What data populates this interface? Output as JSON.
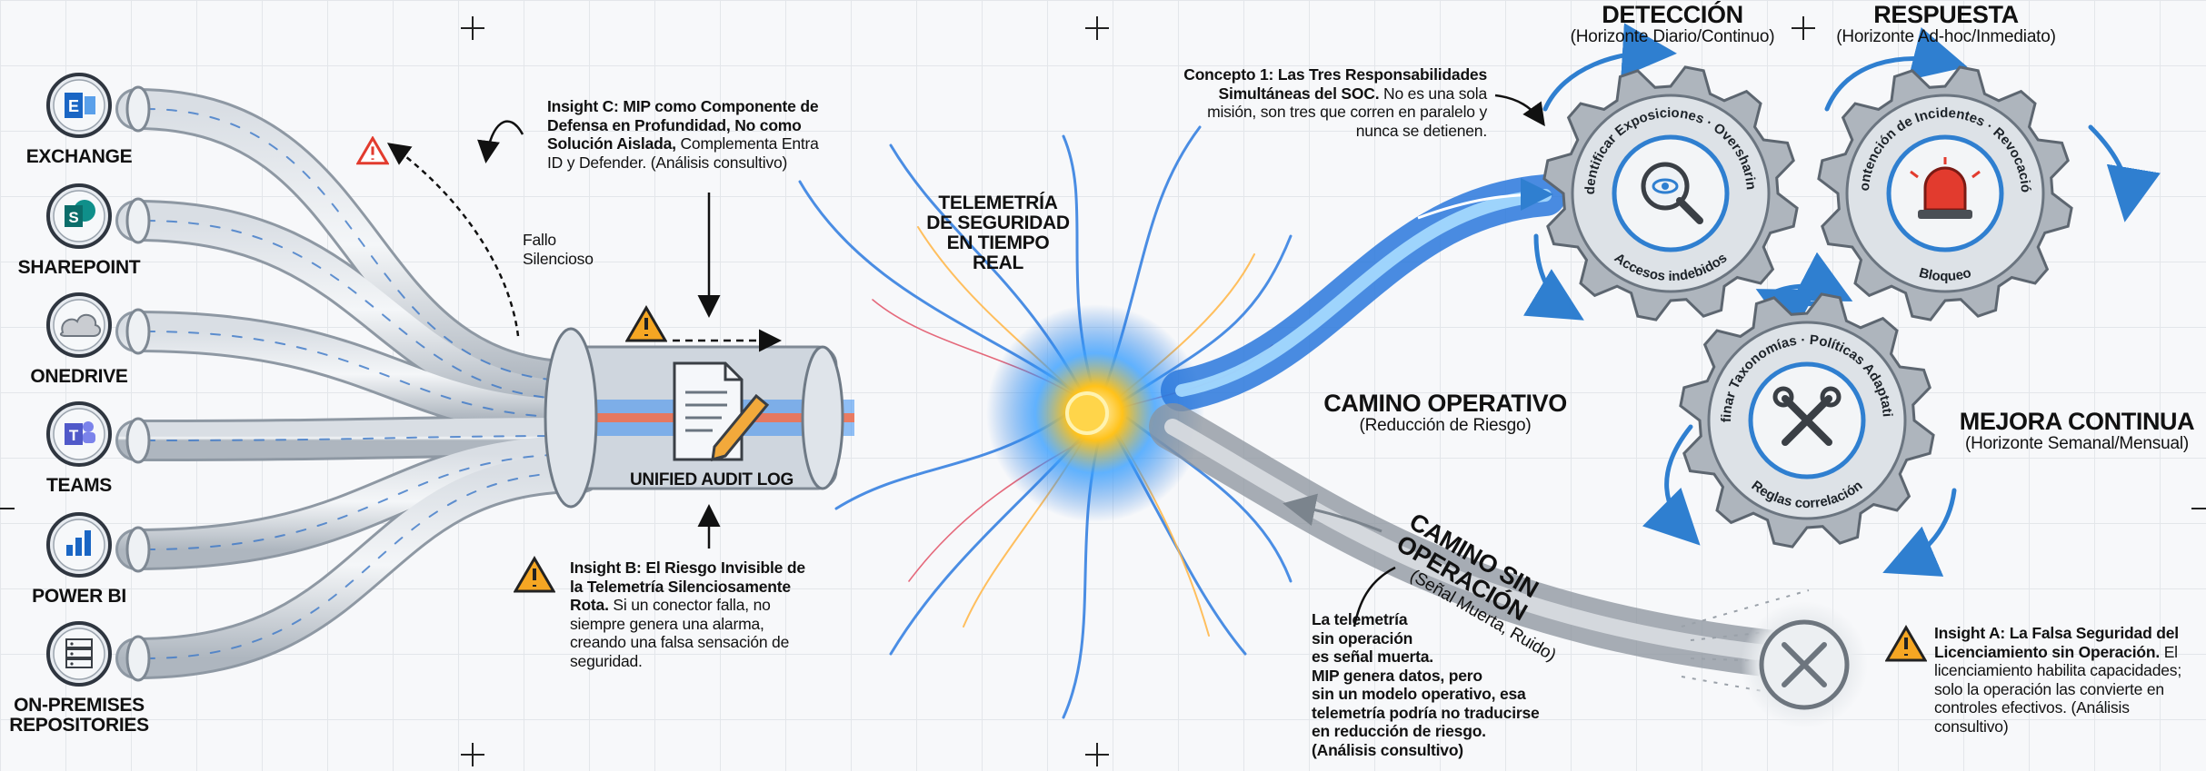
{
  "sources": [
    {
      "name": "EXCHANGE",
      "icon": "exchange-icon"
    },
    {
      "name": "SHAREPOINT",
      "icon": "sharepoint-icon"
    },
    {
      "name": "ONEDRIVE",
      "icon": "onedrive-icon"
    },
    {
      "name": "TEAMS",
      "icon": "teams-icon"
    },
    {
      "name": "POWER BI",
      "icon": "power-bi-icon"
    },
    {
      "name": "ON-PREMISES\nREPOSITORIES",
      "icon": "server-icon"
    }
  ],
  "insight_c": {
    "bold": "Insight C: MIP como Componente de Defensa en Profundidad, No como Solución Aislada,",
    "normal": " Complementa Entra ID y Defender. (Análisis consultivo)"
  },
  "fallo": "Fallo\nSilencioso",
  "audit_log": "UNIFIED AUDIT LOG",
  "insight_b": {
    "bold": "Insight B: El Riesgo Invisible de la Telemetría Silenciosamente Rota.",
    "normal": " Si un conector falla, no siempre genera una alarma, creando una falsa sensación de seguridad."
  },
  "telemetria": "TELEMETRÍA\nDE SEGURIDAD\nEN TIEMPO\nREAL",
  "concepto": {
    "bold": "Concepto 1: Las Tres Responsabilidades Simultáneas del SOC.",
    "normal": " No es una sola misión, son tres que corren en paralelo y nunca se detienen."
  },
  "camino_operativo": {
    "title": "CAMINO OPERATIVO",
    "subtitle": "(Reducción de Riesgo)"
  },
  "camino_sin": {
    "title": "CAMINO SIN OPERACIÓN",
    "subtitle": "(Señal Muerta, Ruido)"
  },
  "telemetria_muerta": "La telemetría\nsin operación\nes señal muerta.\nMIP genera datos, pero\nsin un modelo operativo, esa\ntelemetría podría no traducirse\nen reducción de riesgo.\n(Análisis consultivo)",
  "insight_a": {
    "bold": "Insight A: La Falsa Seguridad del Licenciamiento sin Operación.",
    "normal": " El licenciamiento habilita capacidades; solo la operación las convierte en controles efectivos. (Análisis consultivo)"
  },
  "gears": {
    "deteccion": {
      "title": "DETECCIÓN",
      "horizon": "(Horizonte Diario/Continuo)",
      "ring_top": "Identificar Exposiciones · Oversharing",
      "ring_bottom": "Accesos indebidos"
    },
    "respuesta": {
      "title": "RESPUESTA",
      "horizon": "(Horizonte Ad-hoc/Inmediato)",
      "ring_top": "Contención de Incidentes · Revocación",
      "ring_bottom": "Bloqueo"
    },
    "mejora": {
      "title": "MEJORA CONTINUA",
      "horizon": "(Horizonte Semanal/Mensual)",
      "ring_top": "Refinar Taxonomías · Políticas Adaptativas",
      "ring_bottom": "Reglas correlación"
    }
  },
  "colors": {
    "glow": "#1e90ff",
    "core": "#ffb300",
    "warn": "#f5a623",
    "red": "#e23b2e",
    "gear": "#9aa3ad",
    "gear_accent": "#2f7fd0"
  }
}
